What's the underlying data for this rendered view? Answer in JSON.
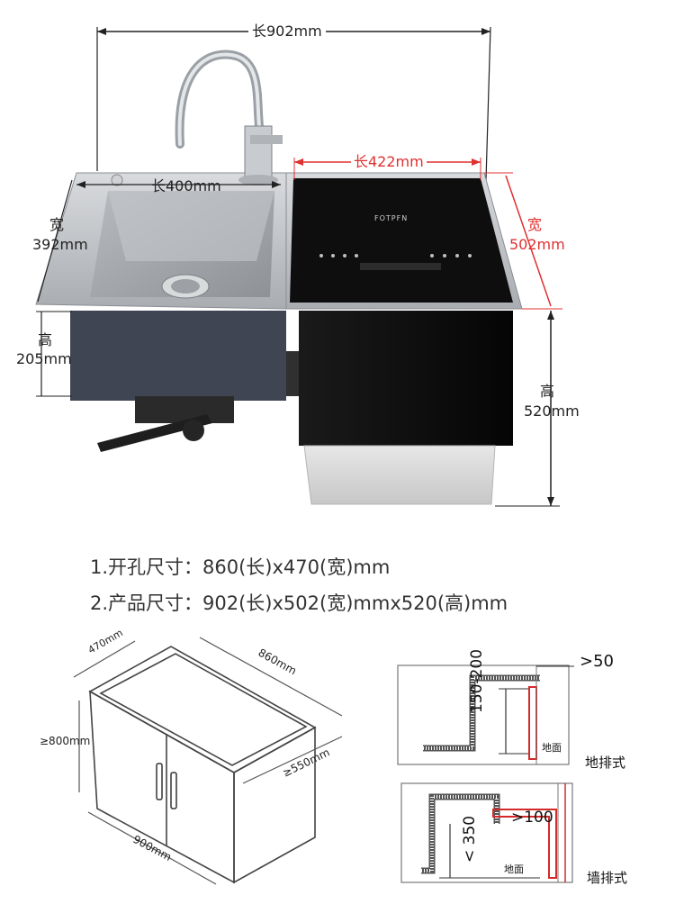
{
  "top_diagram": {
    "overall_length": "长902mm",
    "sink_length": "长400mm",
    "sink_width_label": "宽",
    "sink_width_value": "392mm",
    "sink_height_label": "高",
    "sink_height_value": "205mm",
    "dishwasher_length": "长422mm",
    "dishwasher_width_label": "宽",
    "dishwasher_width_value": "502mm",
    "total_height_label": "高",
    "total_height_value": "520mm",
    "brand": "FOTPFN"
  },
  "specs": {
    "line1": "1.开孔尺寸：860(长)x470(宽)mm",
    "line2": "2.产品尺寸：902(长)x502(宽)mmx520(高)mm"
  },
  "cabinet": {
    "top_depth": "470mm",
    "top_length": "860mm",
    "height": "≥800mm",
    "inner_depth": "≥550mm",
    "width": "900mm"
  },
  "floor_drain": {
    "gap": ">50",
    "height_range": "150-200",
    "ground": "地面",
    "title": "地排式"
  },
  "wall_drain": {
    "gap": ">100",
    "height": "< 350",
    "ground": "地面",
    "title": "墙排式"
  },
  "colors": {
    "accent_red": "#e03030",
    "dim_line": "#222222",
    "panel_black": "#121212",
    "steel": "#b9bcc0"
  }
}
